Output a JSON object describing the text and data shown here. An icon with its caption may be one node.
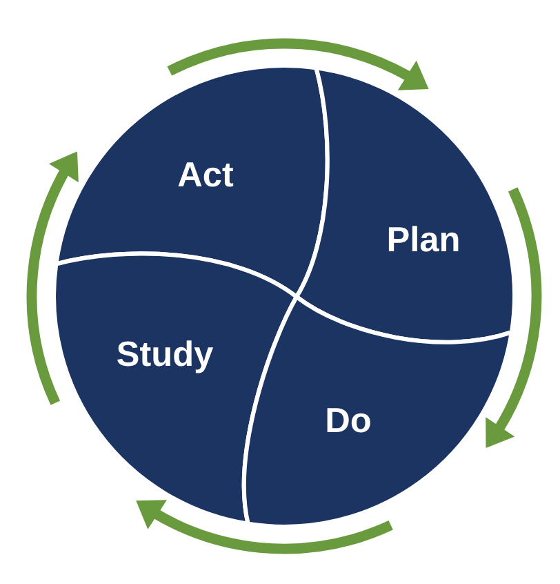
{
  "diagram": {
    "nodes": [
      {
        "text": [
          "Act"
        ]
      },
      {
        "text": [
          "Plan"
        ]
      },
      {
        "text": [
          "Study"
        ]
      },
      {
        "text": [
          "Do"
        ]
      }
    ],
    "edges": [
      {
        "from": 0,
        "to": 1,
        "arrow": "to"
      },
      {
        "from": 1,
        "to": 3,
        "arrow": "to"
      },
      {
        "from": 3,
        "to": 2,
        "arrow": "to"
      },
      {
        "from": 2,
        "to": 0,
        "arrow": "to"
      }
    ]
  }
}
